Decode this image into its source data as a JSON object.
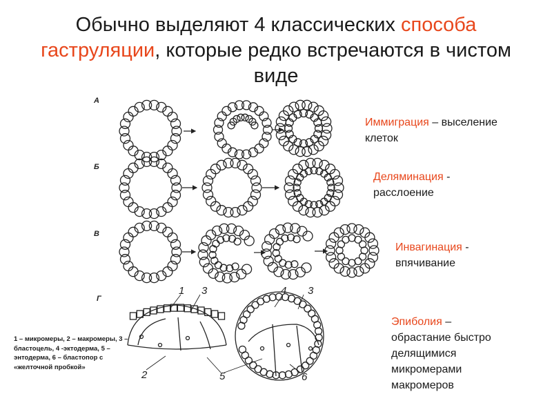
{
  "title": {
    "part1": "Обычно выделяют 4 классических ",
    "part2": "способа гаструляции",
    "part3": ", которые редко встречаются в чистом виде"
  },
  "rows": [
    {
      "label": "А",
      "term": "Иммиграция",
      "desc": " – выселение клеток"
    },
    {
      "label": "Б",
      "term": "Деляминация",
      "desc": " - расслоение"
    },
    {
      "label": "В",
      "term": "Инвагинация",
      "desc": " - впячивание"
    },
    {
      "label": "Г",
      "term": "Эпиболия",
      "desc": " – обрастание быстро делящимися микромерами макромеров"
    }
  ],
  "figure_numbers": {
    "n1": "1",
    "n3a": "3",
    "n4": "4",
    "n3b": "3",
    "n2": "2",
    "n5": "5",
    "n6": "6"
  },
  "legend": "1 – микромеры, 2 – макромеры, 3 – бластоцель, 4 -эктодерма, 5 – энтодерма, 6 – бластопор с «желточной пробкой»",
  "colors": {
    "accent": "#e8471c",
    "text": "#1a1a1a"
  }
}
